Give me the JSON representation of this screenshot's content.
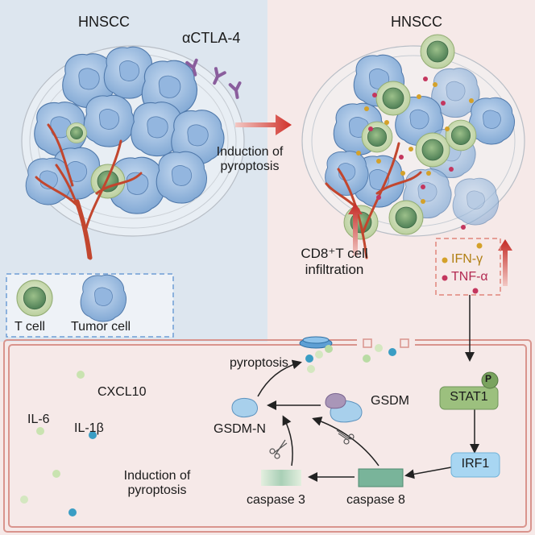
{
  "left_panel": {
    "title": "HNSCC",
    "antibody_label": "αCTLA-4",
    "legend": {
      "t_cell": "T cell",
      "tumor_cell": "Tumor cell"
    }
  },
  "arrow_label": "Induction of\npyroptosis",
  "right_panel": {
    "title": "HNSCC",
    "infiltration_label": "CD8⁺T cell\ninfiltration",
    "cytokines": {
      "ifn": "IFN-γ",
      "tnf": "TNF-α"
    }
  },
  "cell_panel": {
    "pyroptosis": "pyroptosis",
    "cxcl10": "CXCL10",
    "il6": "IL-6",
    "il1b": "IL-1β",
    "gsdm": "GSDM",
    "gsdm_n": "GSDM-N",
    "phospho": "P",
    "stat1": "STAT1",
    "irf1": "IRF1",
    "caspase3": "caspase 3",
    "caspase8": "caspase 8",
    "induction": "Induction of\npyroptosis"
  },
  "colors": {
    "left_bg": "#dde6ef",
    "right_bg": "#f6e9e8",
    "cell_border": "#d9948d",
    "tumor_cell": "#a9c6e8",
    "t_cell": "#cfe0b8",
    "vessel": "#c2462e",
    "ifn_dot": "#d4a12a",
    "tnf_dot": "#c4365e",
    "stat1_box": "#9cc07e",
    "irf1_box": "#a8d6f2",
    "caspase_box": "#79b49a"
  }
}
